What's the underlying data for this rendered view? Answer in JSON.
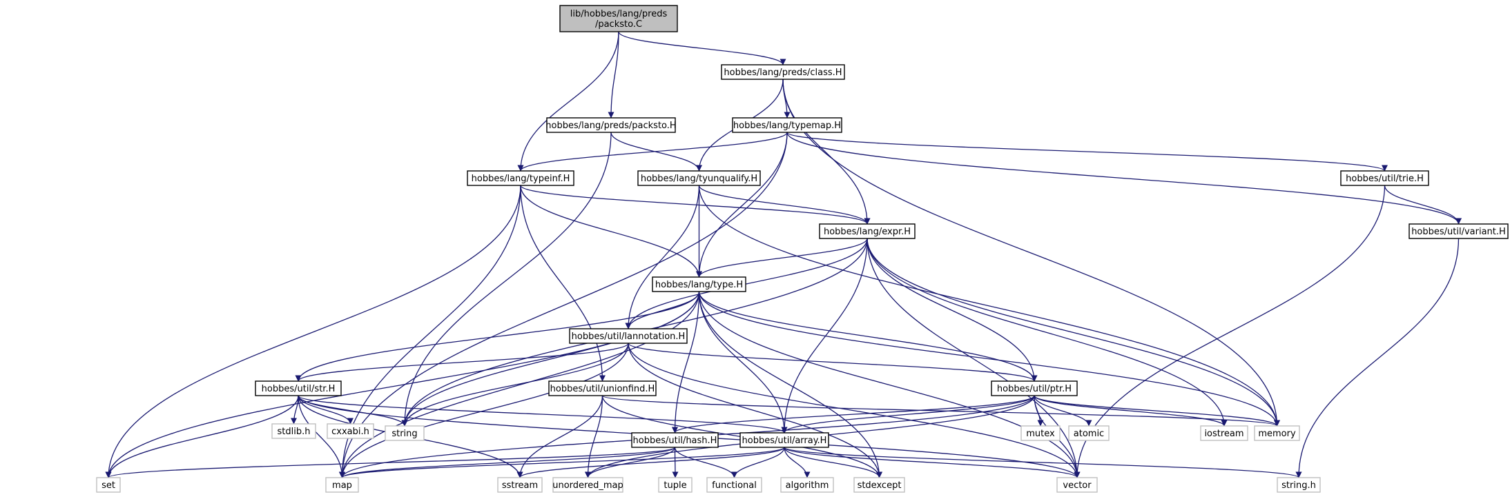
{
  "diagram": {
    "edge_color": "#191970",
    "main_fill": "#bfbfbf",
    "system_border": "#bfbfbf",
    "nodes": {
      "n_main": {
        "label": [
          "lib/hobbes/lang/preds",
          "/packsto.C"
        ],
        "kind": "main"
      },
      "n_class": {
        "label": [
          "hobbes/lang/preds/class.H"
        ],
        "kind": "local"
      },
      "n_packsto": {
        "label": [
          "hobbes/lang/preds/packsto.H"
        ],
        "kind": "local"
      },
      "n_typemap": {
        "label": [
          "hobbes/lang/typemap.H"
        ],
        "kind": "local"
      },
      "n_typeinf": {
        "label": [
          "hobbes/lang/typeinf.H"
        ],
        "kind": "local"
      },
      "n_tyunqualify": {
        "label": [
          "hobbes/lang/tyunqualify.H"
        ],
        "kind": "local"
      },
      "n_trie": {
        "label": [
          "hobbes/util/trie.H"
        ],
        "kind": "local"
      },
      "n_expr": {
        "label": [
          "hobbes/lang/expr.H"
        ],
        "kind": "local"
      },
      "n_variant": {
        "label": [
          "hobbes/util/variant.H"
        ],
        "kind": "local"
      },
      "n_type": {
        "label": [
          "hobbes/lang/type.H"
        ],
        "kind": "local"
      },
      "n_lannotation": {
        "label": [
          "hobbes/util/lannotation.H"
        ],
        "kind": "local"
      },
      "n_str": {
        "label": [
          "hobbes/util/str.H"
        ],
        "kind": "local"
      },
      "n_unionfind": {
        "label": [
          "hobbes/util/unionfind.H"
        ],
        "kind": "local"
      },
      "n_ptr": {
        "label": [
          "hobbes/util/ptr.H"
        ],
        "kind": "local"
      },
      "n_hash": {
        "label": [
          "hobbes/util/hash.H"
        ],
        "kind": "local"
      },
      "n_array": {
        "label": [
          "hobbes/util/array.H"
        ],
        "kind": "local"
      },
      "n_stdlib": {
        "label": [
          "stdlib.h"
        ],
        "kind": "system"
      },
      "n_cxxabi": {
        "label": [
          "cxxabi.h"
        ],
        "kind": "system"
      },
      "n_string": {
        "label": [
          "string"
        ],
        "kind": "system"
      },
      "n_mutex": {
        "label": [
          "mutex"
        ],
        "kind": "system"
      },
      "n_atomic": {
        "label": [
          "atomic"
        ],
        "kind": "system"
      },
      "n_iostream": {
        "label": [
          "iostream"
        ],
        "kind": "system"
      },
      "n_memory": {
        "label": [
          "memory"
        ],
        "kind": "system"
      },
      "n_set": {
        "label": [
          "set"
        ],
        "kind": "system"
      },
      "n_map": {
        "label": [
          "map"
        ],
        "kind": "system"
      },
      "n_sstream": {
        "label": [
          "sstream"
        ],
        "kind": "system"
      },
      "n_unordered_map": {
        "label": [
          "unordered_map"
        ],
        "kind": "system"
      },
      "n_tuple": {
        "label": [
          "tuple"
        ],
        "kind": "system"
      },
      "n_functional": {
        "label": [
          "functional"
        ],
        "kind": "system"
      },
      "n_algorithm": {
        "label": [
          "algorithm"
        ],
        "kind": "system"
      },
      "n_stdexcept": {
        "label": [
          "stdexcept"
        ],
        "kind": "system"
      },
      "n_vector": {
        "label": [
          "vector"
        ],
        "kind": "system"
      },
      "n_stringh": {
        "label": [
          "string.h"
        ],
        "kind": "system"
      }
    },
    "edges": [
      [
        "n_main",
        "n_class"
      ],
      [
        "n_main",
        "n_packsto"
      ],
      [
        "n_main",
        "n_typeinf"
      ],
      [
        "n_class",
        "n_typemap"
      ],
      [
        "n_class",
        "n_tyunqualify"
      ],
      [
        "n_class",
        "n_expr"
      ],
      [
        "n_class",
        "n_memory"
      ],
      [
        "n_packsto",
        "n_tyunqualify"
      ],
      [
        "n_packsto",
        "n_string"
      ],
      [
        "n_typemap",
        "n_typeinf"
      ],
      [
        "n_typemap",
        "n_trie"
      ],
      [
        "n_typemap",
        "n_variant"
      ],
      [
        "n_typemap",
        "n_type"
      ],
      [
        "n_typemap",
        "n_map"
      ],
      [
        "n_typeinf",
        "n_expr"
      ],
      [
        "n_typeinf",
        "n_type"
      ],
      [
        "n_typeinf",
        "n_unionfind"
      ],
      [
        "n_typeinf",
        "n_set"
      ],
      [
        "n_typeinf",
        "n_map"
      ],
      [
        "n_tyunqualify",
        "n_expr"
      ],
      [
        "n_tyunqualify",
        "n_type"
      ],
      [
        "n_tyunqualify",
        "n_lannotation"
      ],
      [
        "n_tyunqualify",
        "n_memory"
      ],
      [
        "n_trie",
        "n_variant"
      ],
      [
        "n_trie",
        "n_vector"
      ],
      [
        "n_variant",
        "n_stringh"
      ],
      [
        "n_expr",
        "n_type"
      ],
      [
        "n_expr",
        "n_lannotation"
      ],
      [
        "n_expr",
        "n_ptr"
      ],
      [
        "n_expr",
        "n_array"
      ],
      [
        "n_expr",
        "n_string"
      ],
      [
        "n_expr",
        "n_iostream"
      ],
      [
        "n_expr",
        "n_memory"
      ],
      [
        "n_expr",
        "n_vector"
      ],
      [
        "n_type",
        "n_lannotation"
      ],
      [
        "n_type",
        "n_str"
      ],
      [
        "n_type",
        "n_ptr"
      ],
      [
        "n_type",
        "n_array"
      ],
      [
        "n_type",
        "n_hash"
      ],
      [
        "n_type",
        "n_string"
      ],
      [
        "n_type",
        "n_set"
      ],
      [
        "n_type",
        "n_map"
      ],
      [
        "n_type",
        "n_memory"
      ],
      [
        "n_type",
        "n_stdexcept"
      ],
      [
        "n_type",
        "n_vector"
      ],
      [
        "n_lannotation",
        "n_str"
      ],
      [
        "n_lannotation",
        "n_ptr"
      ],
      [
        "n_lannotation",
        "n_string"
      ],
      [
        "n_lannotation",
        "n_map"
      ],
      [
        "n_lannotation",
        "n_stdexcept"
      ],
      [
        "n_lannotation",
        "n_vector"
      ],
      [
        "n_str",
        "n_stdlib"
      ],
      [
        "n_str",
        "n_cxxabi"
      ],
      [
        "n_str",
        "n_string"
      ],
      [
        "n_str",
        "n_set"
      ],
      [
        "n_str",
        "n_map"
      ],
      [
        "n_str",
        "n_sstream"
      ],
      [
        "n_str",
        "n_vector"
      ],
      [
        "n_str",
        "n_array"
      ],
      [
        "n_unionfind",
        "n_sstream"
      ],
      [
        "n_unionfind",
        "n_unordered_map"
      ],
      [
        "n_unionfind",
        "n_stdexcept"
      ],
      [
        "n_unionfind",
        "n_memory"
      ],
      [
        "n_ptr",
        "n_mutex"
      ],
      [
        "n_ptr",
        "n_atomic"
      ],
      [
        "n_ptr",
        "n_iostream"
      ],
      [
        "n_ptr",
        "n_memory"
      ],
      [
        "n_ptr",
        "n_vector"
      ],
      [
        "n_ptr",
        "n_map"
      ],
      [
        "n_ptr",
        "n_unordered_map"
      ],
      [
        "n_ptr",
        "n_hash"
      ],
      [
        "n_ptr",
        "n_array"
      ],
      [
        "n_hash",
        "n_unordered_map"
      ],
      [
        "n_hash",
        "n_tuple"
      ],
      [
        "n_hash",
        "n_functional"
      ],
      [
        "n_hash",
        "n_map"
      ],
      [
        "n_hash",
        "n_set"
      ],
      [
        "n_array",
        "n_functional"
      ],
      [
        "n_array",
        "n_algorithm"
      ],
      [
        "n_array",
        "n_stdexcept"
      ],
      [
        "n_array",
        "n_vector"
      ],
      [
        "n_array",
        "n_stringh"
      ],
      [
        "n_array",
        "n_map"
      ],
      [
        "n_array",
        "n_sstream"
      ]
    ]
  }
}
